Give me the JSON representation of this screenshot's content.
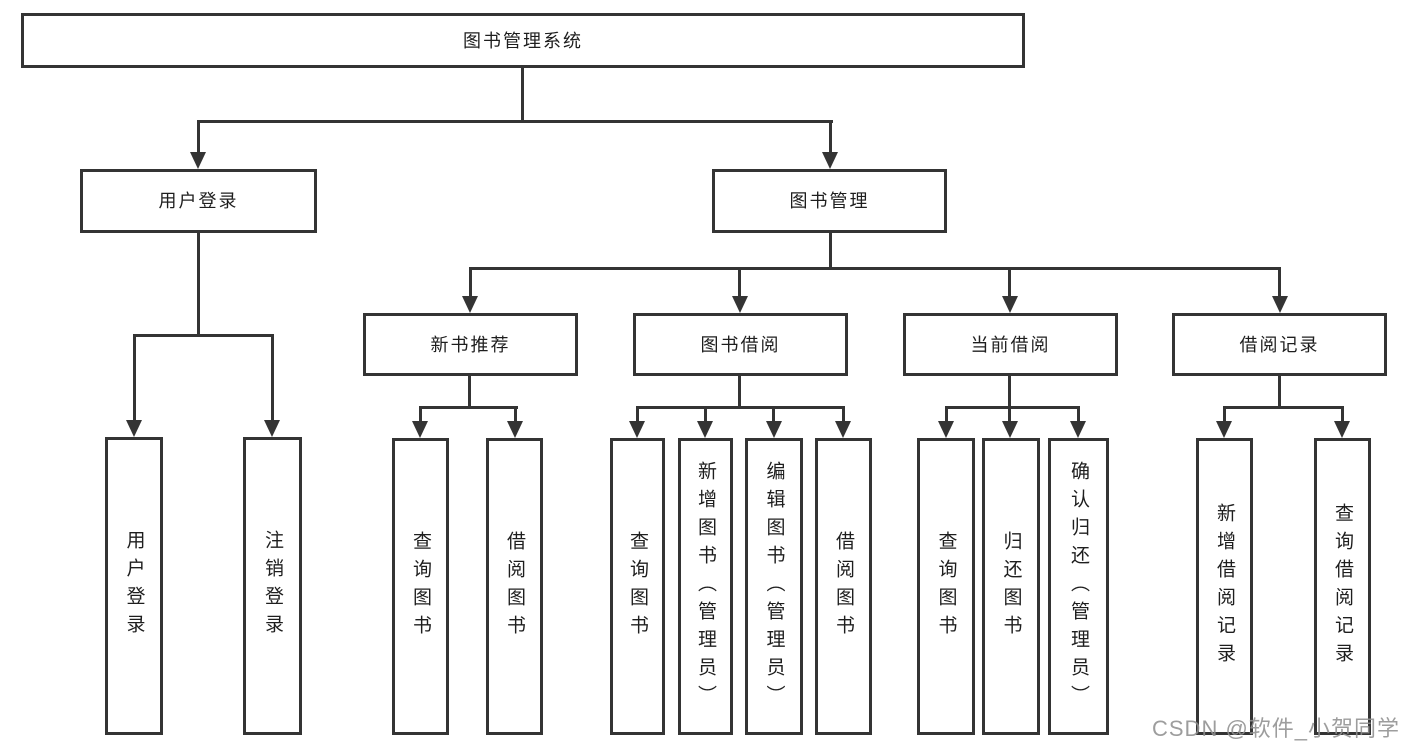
{
  "diagram": {
    "root": {
      "label": "图书管理系统"
    },
    "user_login": {
      "label": "用户登录",
      "children": [
        "用户登录",
        "注销登录"
      ]
    },
    "book_mgmt": {
      "label": "图书管理",
      "groups": [
        {
          "label": "新书推荐",
          "children": [
            "查询图书",
            "借阅图书"
          ]
        },
        {
          "label": "图书借阅",
          "children": [
            "查询图书",
            "新增图书（管理员）",
            "编辑图书（管理员）",
            "借阅图书"
          ]
        },
        {
          "label": "当前借阅",
          "children": [
            "查询图书",
            "归还图书",
            "确认归还（管理员）"
          ]
        },
        {
          "label": "借阅记录",
          "children": [
            "新增借阅记录",
            "查询借阅记录"
          ]
        }
      ]
    },
    "watermark": "CSDN @软件_小贺同学"
  }
}
